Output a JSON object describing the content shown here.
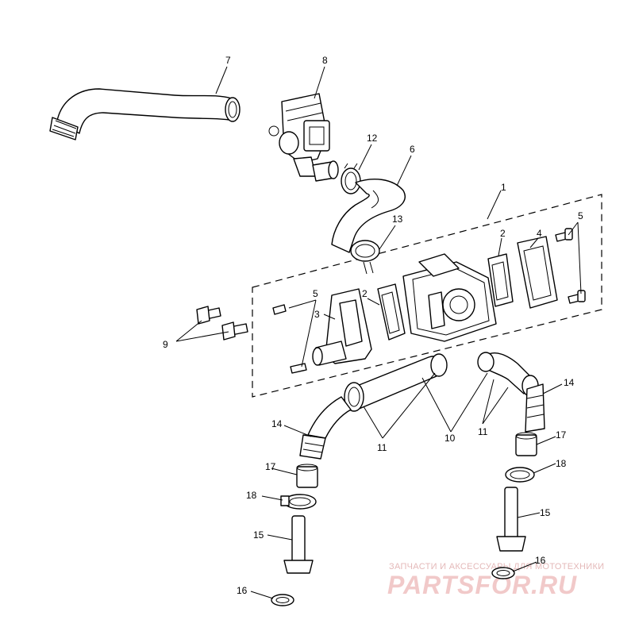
{
  "callouts": [
    "1",
    "2",
    "2",
    "3",
    "4",
    "5",
    "5",
    "6",
    "7",
    "8",
    "9",
    "10",
    "11",
    "11",
    "12",
    "13",
    "14",
    "14",
    "15",
    "15",
    "16",
    "16",
    "17",
    "17",
    "18",
    "18"
  ],
  "watermark": {
    "tagline": "ЗАПЧАСТИ И АКСЕССУАРЫ ДЛЯ МОТОТЕХНИКИ",
    "brand": "PARTSFOR.RU"
  }
}
